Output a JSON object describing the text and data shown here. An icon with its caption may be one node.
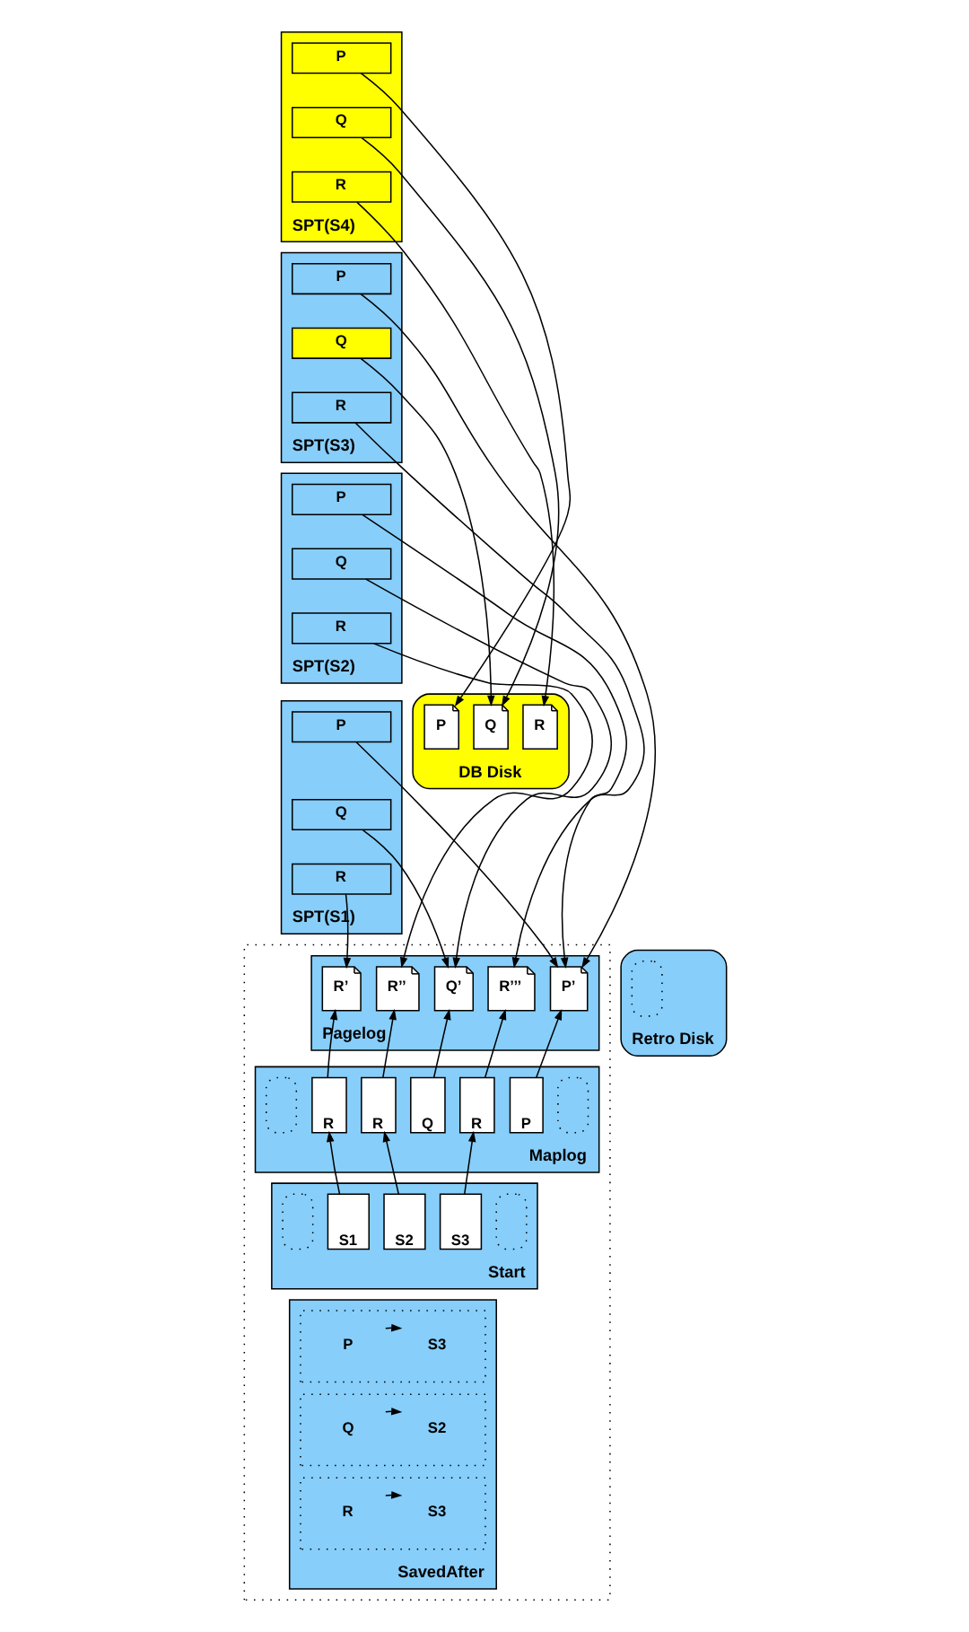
{
  "diagram": {
    "nodes": [
      {
        "text": [
          "SPT(S4)"
        ]
      },
      {
        "text": [
          "P"
        ],
        "in": 0
      },
      {
        "text": [
          "Q"
        ],
        "in": 0
      },
      {
        "text": [
          "R"
        ],
        "in": 0
      },
      {
        "text": [
          "SPT(S3)"
        ]
      },
      {
        "text": [
          "P"
        ],
        "in": 4
      },
      {
        "text": [
          "Q"
        ],
        "in": 4
      },
      {
        "text": [
          "R"
        ],
        "in": 4
      },
      {
        "text": [
          "SPT(S2)"
        ]
      },
      {
        "text": [
          "P"
        ],
        "in": 8
      },
      {
        "text": [
          "Q"
        ],
        "in": 8
      },
      {
        "text": [
          "R"
        ],
        "in": 8
      },
      {
        "text": [
          "SPT(S1)"
        ]
      },
      {
        "text": [
          "P"
        ],
        "in": 12
      },
      {
        "text": [
          "Q"
        ],
        "in": 12
      },
      {
        "text": [
          "R"
        ],
        "in": 12
      },
      {
        "text": [
          "DB Disk"
        ]
      },
      {
        "text": [
          "P"
        ],
        "in": 16
      },
      {
        "text": [
          "Q"
        ],
        "in": 16
      },
      {
        "text": [
          "R"
        ],
        "in": 16
      },
      {
        "text": [],
        "shape": "box"
      },
      {
        "text": [
          "Pagelog"
        ],
        "in": 20
      },
      {
        "text": [
          "R’"
        ],
        "in": 21
      },
      {
        "text": [
          "R’’"
        ],
        "in": 21
      },
      {
        "text": [
          "Q’"
        ],
        "in": 21
      },
      {
        "text": [
          "R’’’"
        ],
        "in": 21
      },
      {
        "text": [
          "P’"
        ],
        "in": 21
      },
      {
        "text": [
          "Retro Disk"
        ]
      },
      {
        "text": [],
        "shape": "box",
        "in": 27
      },
      {
        "text": [
          "Maplog"
        ],
        "in": 20
      },
      {
        "text": [],
        "shape": "box",
        "in": 29
      },
      {
        "text": [
          "R"
        ],
        "in": 29
      },
      {
        "text": [
          "R"
        ],
        "in": 29
      },
      {
        "text": [
          "Q"
        ],
        "in": 29
      },
      {
        "text": [
          "R"
        ],
        "in": 29
      },
      {
        "text": [
          "P"
        ],
        "in": 29
      },
      {
        "text": [],
        "shape": "box",
        "in": 29
      },
      {
        "text": [
          "Start"
        ],
        "in": 20
      },
      {
        "text": [],
        "shape": "box",
        "in": 37
      },
      {
        "text": [
          "S1"
        ],
        "in": 37
      },
      {
        "text": [
          "S2"
        ],
        "in": 37
      },
      {
        "text": [
          "S3"
        ],
        "in": 37
      },
      {
        "text": [],
        "shape": "box",
        "in": 37
      },
      {
        "text": [
          "SavedAfter"
        ],
        "in": 20
      },
      {
        "text": [],
        "shape": "box",
        "in": 43
      },
      {
        "text": [
          "P"
        ],
        "in": 44
      },
      {
        "text": [
          "S3"
        ],
        "in": 44
      },
      {
        "text": [],
        "shape": "box",
        "in": 43
      },
      {
        "text": [
          "Q"
        ],
        "in": 47
      },
      {
        "text": [
          "S2"
        ],
        "in": 47
      },
      {
        "text": [],
        "shape": "box",
        "in": 43
      },
      {
        "text": [
          "R"
        ],
        "in": 50
      },
      {
        "text": [
          "S3"
        ],
        "in": 50
      }
    ],
    "edges": [
      {
        "from": 1,
        "to": 17,
        "arrow": "to"
      },
      {
        "from": 2,
        "to": 18,
        "arrow": "to"
      },
      {
        "from": 3,
        "to": 19,
        "arrow": "to"
      },
      {
        "from": 5,
        "to": 26,
        "arrow": "to"
      },
      {
        "from": 6,
        "to": 18,
        "arrow": "to"
      },
      {
        "from": 7,
        "to": 25,
        "arrow": "to"
      },
      {
        "from": 9,
        "to": 26,
        "arrow": "to"
      },
      {
        "from": 10,
        "to": 24,
        "arrow": "to"
      },
      {
        "from": 11,
        "to": 23,
        "arrow": "to"
      },
      {
        "from": 13,
        "to": 26,
        "arrow": "to"
      },
      {
        "from": 14,
        "to": 24,
        "arrow": "to"
      },
      {
        "from": 15,
        "to": 22,
        "arrow": "to"
      },
      {
        "from": 31,
        "to": 22,
        "arrow": "to"
      },
      {
        "from": 32,
        "to": 23,
        "arrow": "to"
      },
      {
        "from": 33,
        "to": 24,
        "arrow": "to"
      },
      {
        "from": 34,
        "to": 25,
        "arrow": "to"
      },
      {
        "from": 35,
        "to": 26,
        "arrow": "to"
      },
      {
        "from": 39,
        "to": 31,
        "arrow": "to"
      },
      {
        "from": 40,
        "to": 32,
        "arrow": "to"
      },
      {
        "from": 41,
        "to": 34,
        "arrow": "to"
      },
      {
        "from": 45,
        "to": 46,
        "arrow": "to"
      },
      {
        "from": 48,
        "to": 49,
        "arrow": "to"
      },
      {
        "from": 51,
        "to": 52,
        "arrow": "to"
      }
    ]
  }
}
